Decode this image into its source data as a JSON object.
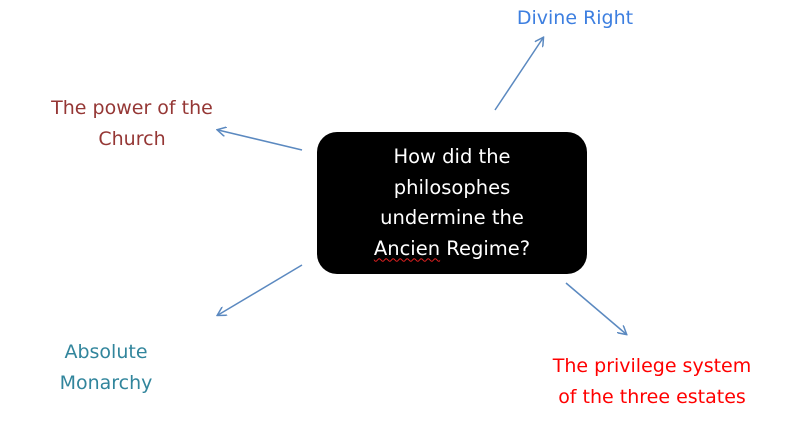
{
  "center": {
    "line1": "How did the",
    "line2": "philosophes",
    "line3": "undermine the",
    "line4_a": "Ancien",
    "line4_b": " Regime?"
  },
  "topics": {
    "divine_right": {
      "text": "Divine Right",
      "color": "#3d7fe0"
    },
    "church": {
      "line1": "The power of the",
      "line2": "Church",
      "color": "#953735"
    },
    "absolute": {
      "line1": "Absolute",
      "line2": "Monarchy",
      "color": "#31859c"
    },
    "privilege": {
      "line1": "The privilege system",
      "line2": "of the three estates",
      "color": "#ff0000"
    }
  },
  "arrow_color": "#5b89c0"
}
